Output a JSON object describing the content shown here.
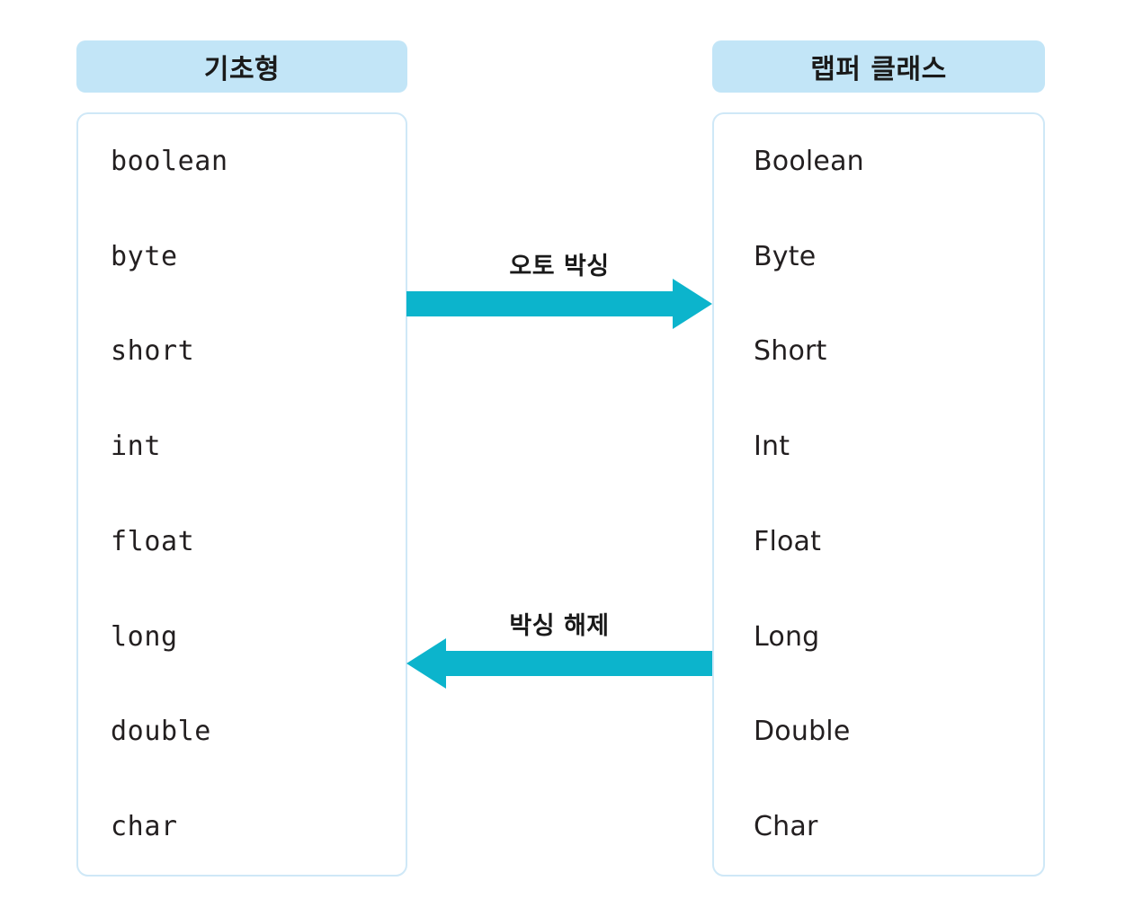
{
  "columns": {
    "primitive": {
      "header": "기초형",
      "items": [
        "boolean",
        "byte",
        "short",
        "int",
        "float",
        "long",
        "double",
        "char"
      ]
    },
    "wrapper": {
      "header": "랩퍼 클래스",
      "items": [
        "Boolean",
        "Byte",
        "Short",
        "Int",
        "Float",
        "Long",
        "Double",
        "Char"
      ]
    }
  },
  "arrows": [
    {
      "label": "오토 박싱",
      "direction": "right"
    },
    {
      "label": "박싱 해제",
      "direction": "left"
    }
  ],
  "colors": {
    "header_fill": "#c2e5f7",
    "box_border": "#cfe8f7",
    "arrow_fill": "#0cb4cc",
    "text": "#231f20",
    "background": "#ffffff"
  }
}
